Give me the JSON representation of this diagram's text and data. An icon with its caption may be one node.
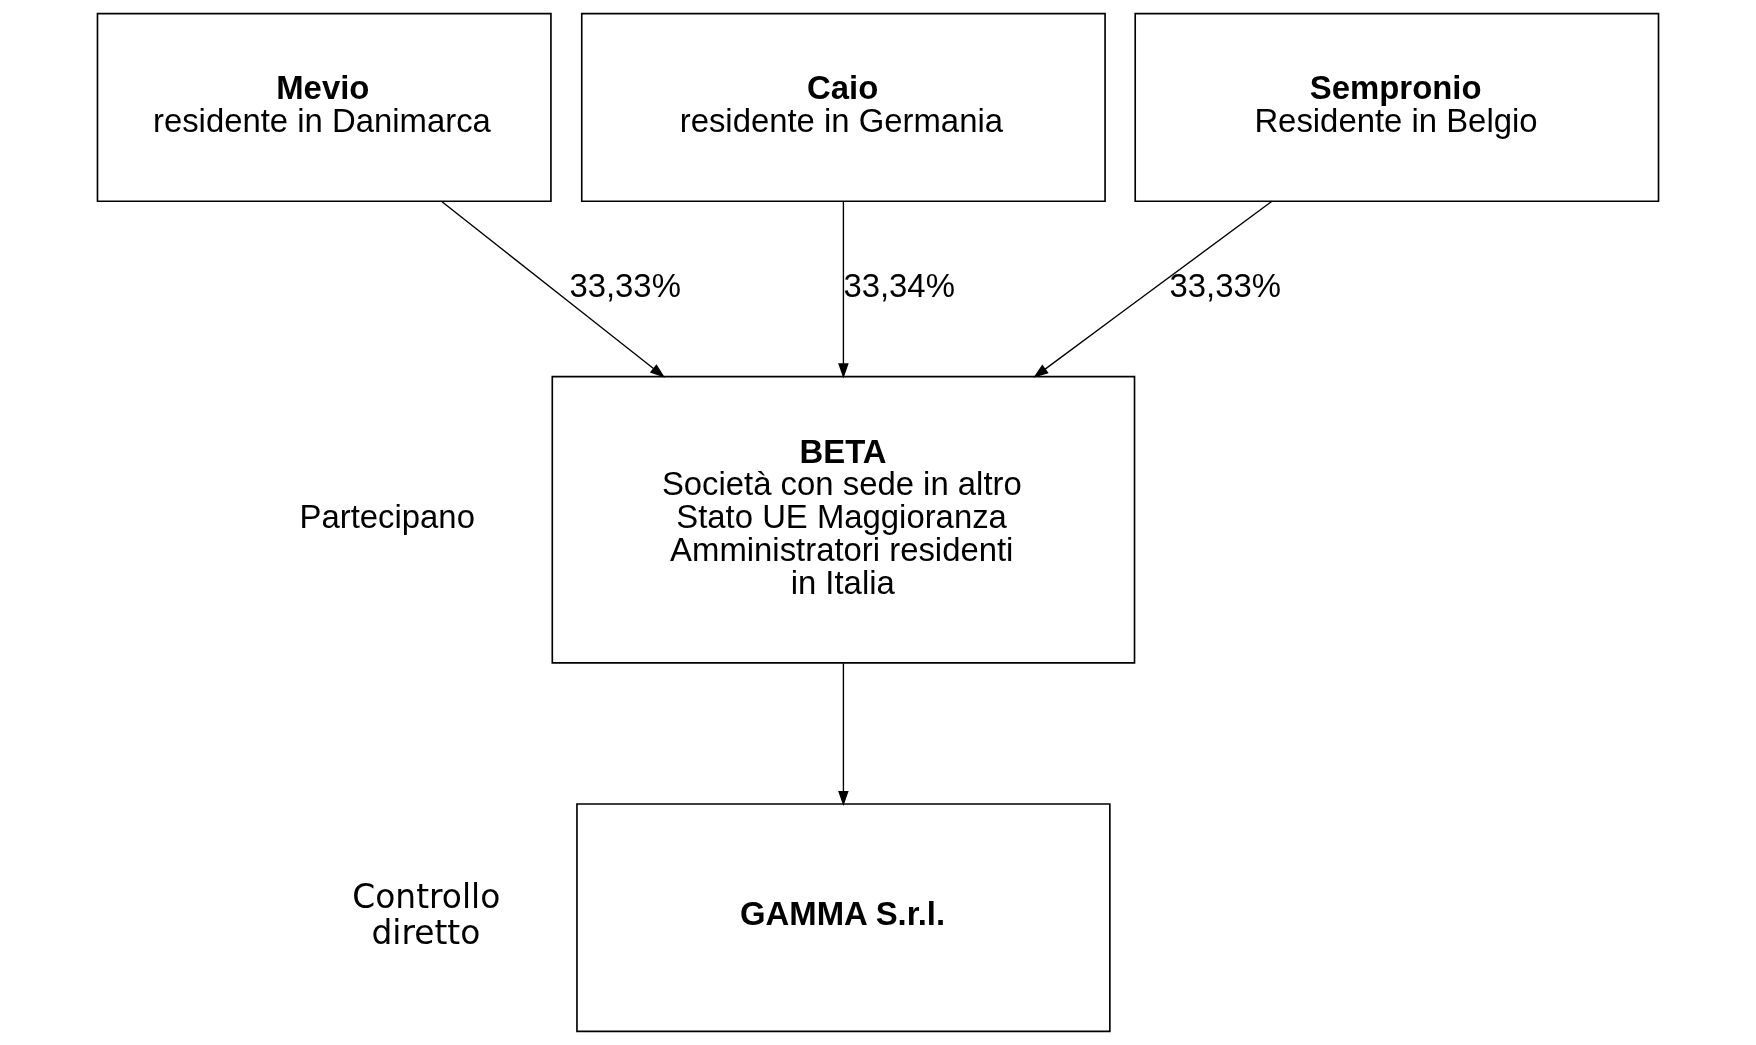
{
  "diagram": {
    "nodes": [
      {
        "text": [
          "Mevio",
          "residente in Danimarca"
        ]
      },
      {
        "text": [
          "Caio",
          "residente in Germania"
        ]
      },
      {
        "text": [
          "Sempronio",
          "Residente in Belgio"
        ]
      },
      {
        "text": [
          "BETA",
          "Società con sede in altro Stato UE Maggioranza Amministratori residenti in Italia"
        ]
      },
      {
        "text": [
          "GAMMA S.r.l."
        ]
      }
    ],
    "edges": [
      {
        "from": 0,
        "to": 3,
        "arrow": "to",
        "label": "33,33%"
      },
      {
        "from": 1,
        "to": 3,
        "arrow": "to",
        "label": "33,34%"
      },
      {
        "from": 2,
        "to": 3,
        "arrow": "to",
        "label": "33,33%"
      },
      {
        "from": 3,
        "to": 4,
        "arrow": "to"
      }
    ],
    "labels": [
      "Partecipano",
      "Controllo diretto"
    ]
  }
}
